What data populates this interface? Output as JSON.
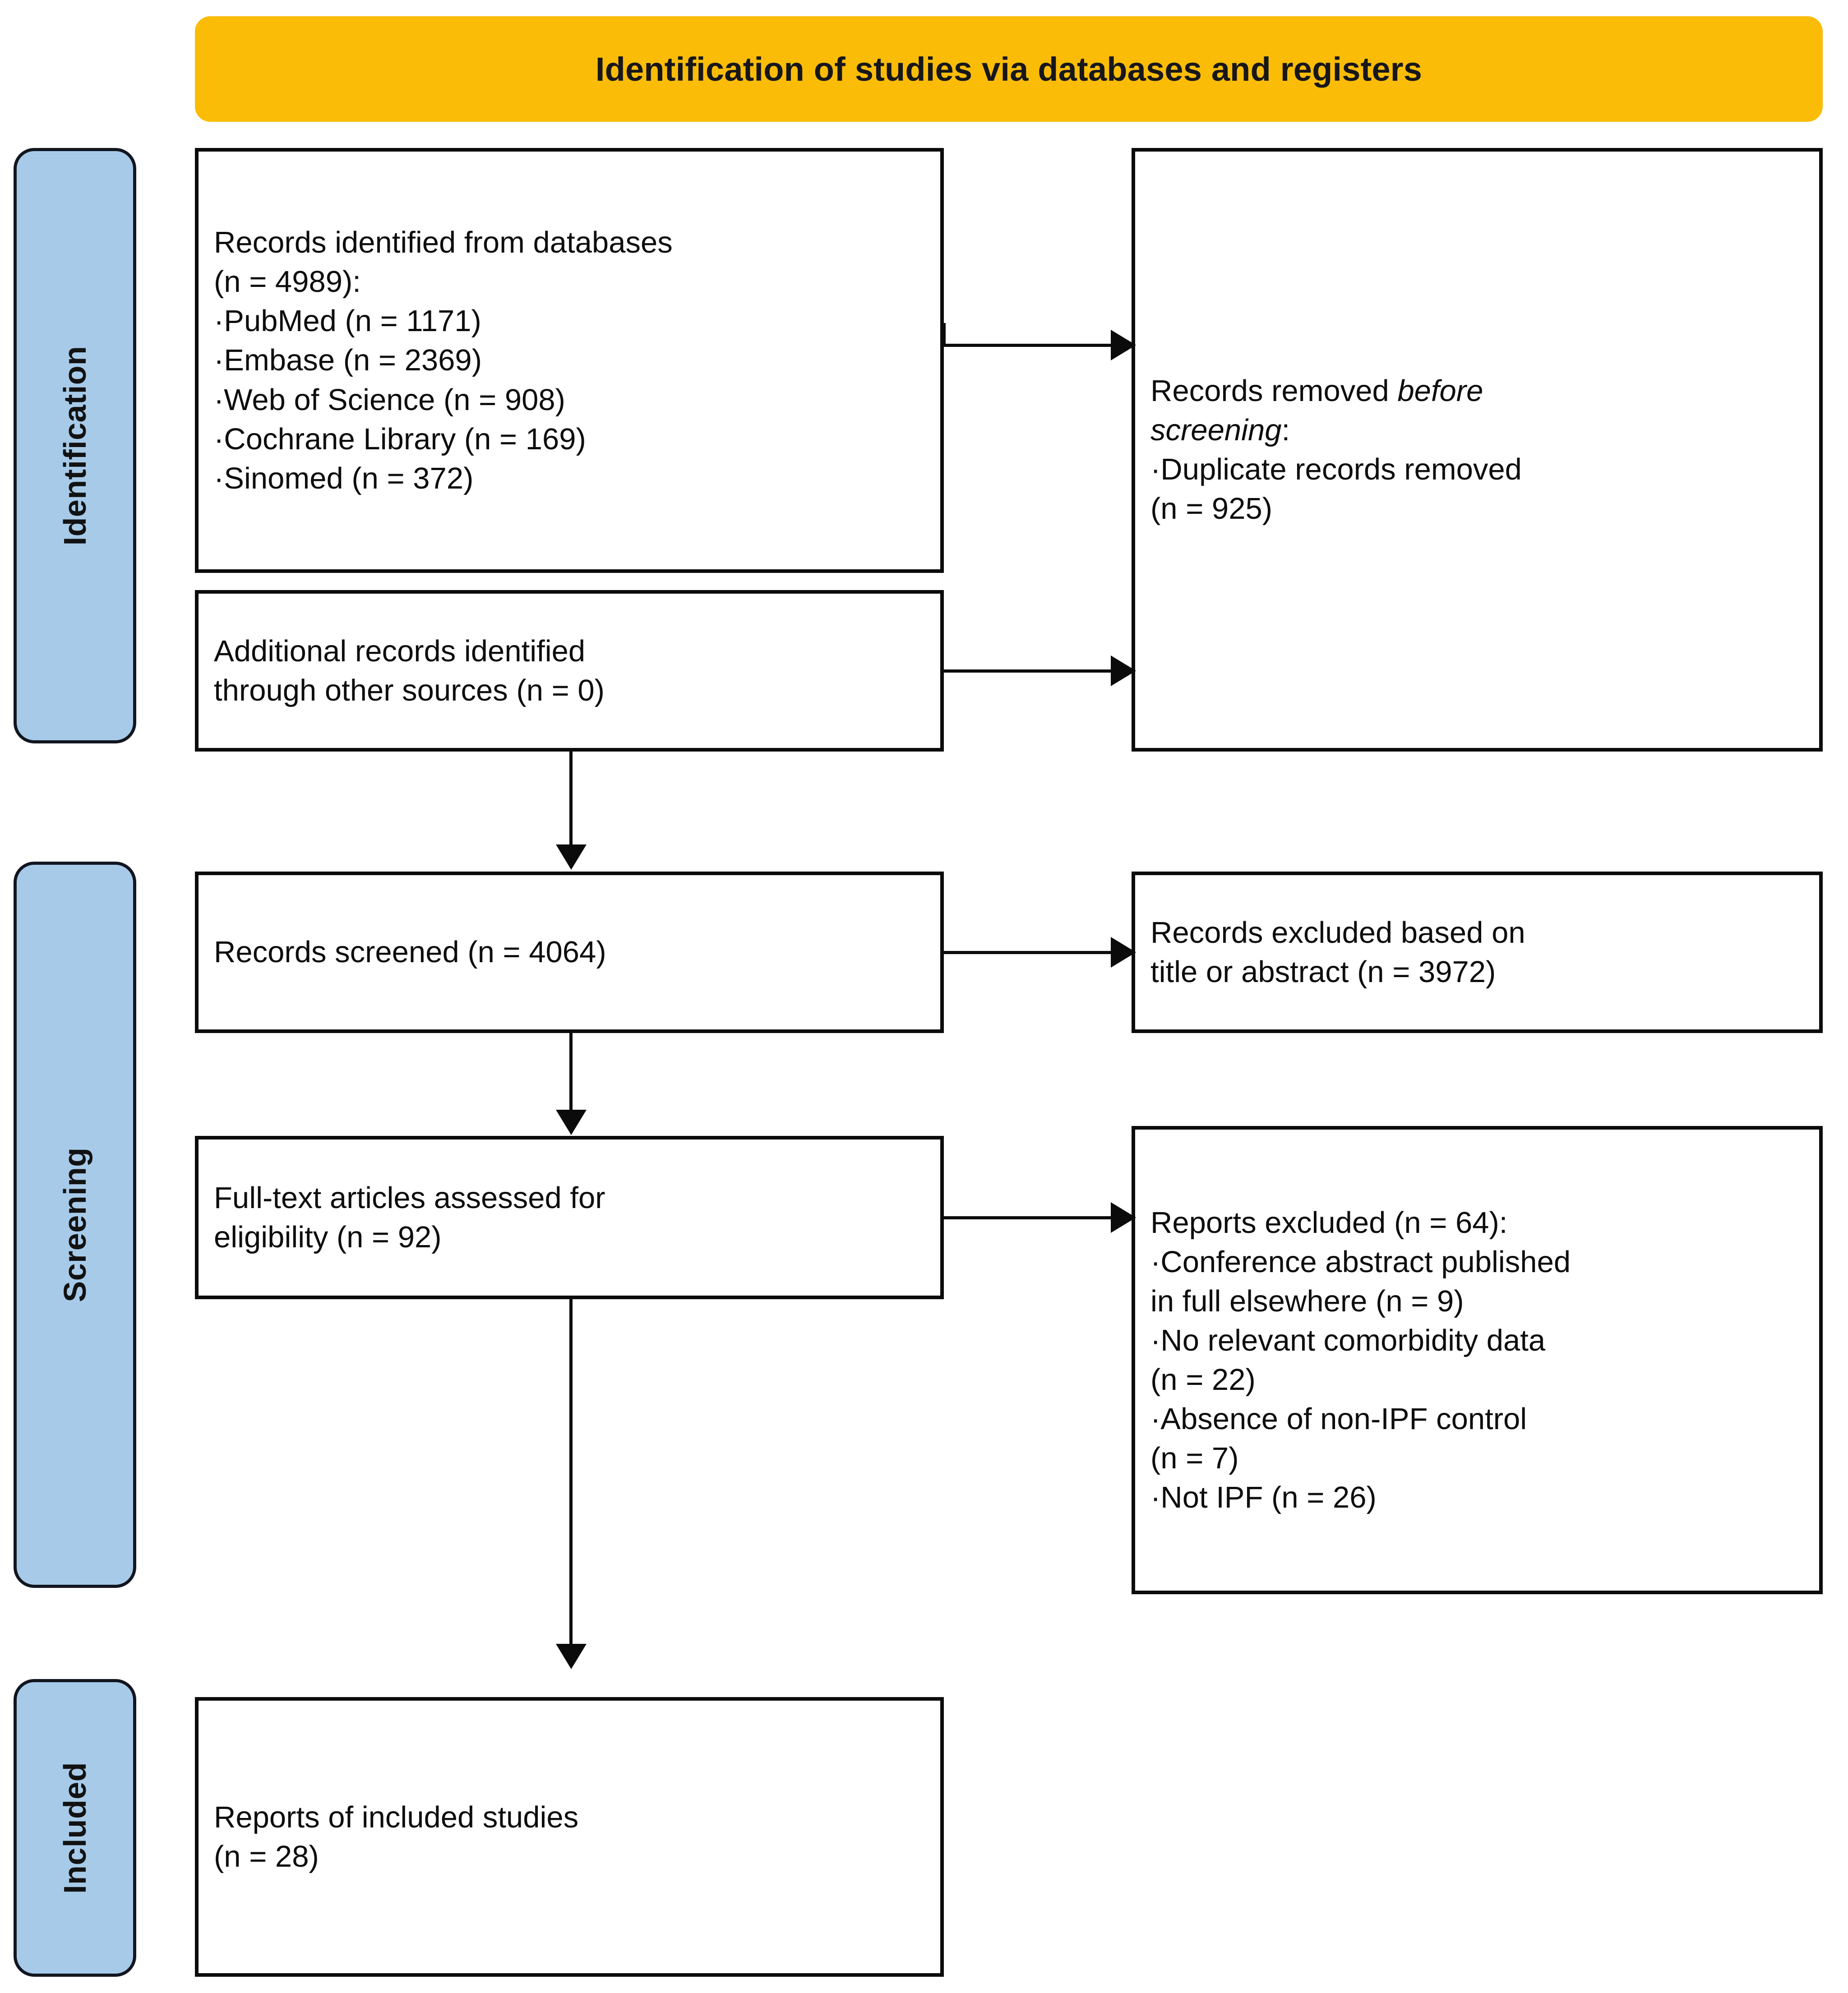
{
  "banner": {
    "title": "Identification of studies via databases and registers",
    "color": "#FABC07"
  },
  "stages": {
    "color": "#A7CAE9",
    "identification": "Identification",
    "screening": "Screening",
    "included": "Included"
  },
  "boxes": {
    "records_identified": {
      "lines": [
        "Records identified from databases",
        "(n = 4989):",
        "·PubMed (n = 1171)",
        "·Embase (n = 2369)",
        "·Web of Science (n = 908)",
        "·Cochrane Library (n = 169)",
        "·Sinomed (n = 372)"
      ]
    },
    "additional_records": {
      "lines": [
        "Additional records identified",
        "through other sources (n = 0)"
      ]
    },
    "records_removed": {
      "line1_a": "Records removed ",
      "line1_b": "before",
      "line2_a": "screening",
      "line2_b": ":",
      "line3": "·Duplicate records removed",
      "line4": "(n = 925)"
    },
    "records_screened": {
      "lines": [
        "Records screened (n = 4064)"
      ]
    },
    "records_excluded": {
      "lines": [
        "Records excluded based on",
        "title or abstract (n = 3972)"
      ]
    },
    "fulltext_assessed": {
      "lines": [
        "Full-text articles assessed for",
        "eligibility (n = 92)"
      ]
    },
    "reports_excluded": {
      "lines": [
        "Reports excluded (n = 64):",
        "·Conference abstract published",
        "in full elsewhere (n = 9)",
        "·No relevant comorbidity data",
        "(n = 22)",
        "·Absence of non-IPF control",
        "(n = 7)",
        "·Not IPF (n = 26)"
      ]
    },
    "reports_included": {
      "lines": [
        "Reports of included studies",
        "(n = 28)"
      ]
    }
  }
}
